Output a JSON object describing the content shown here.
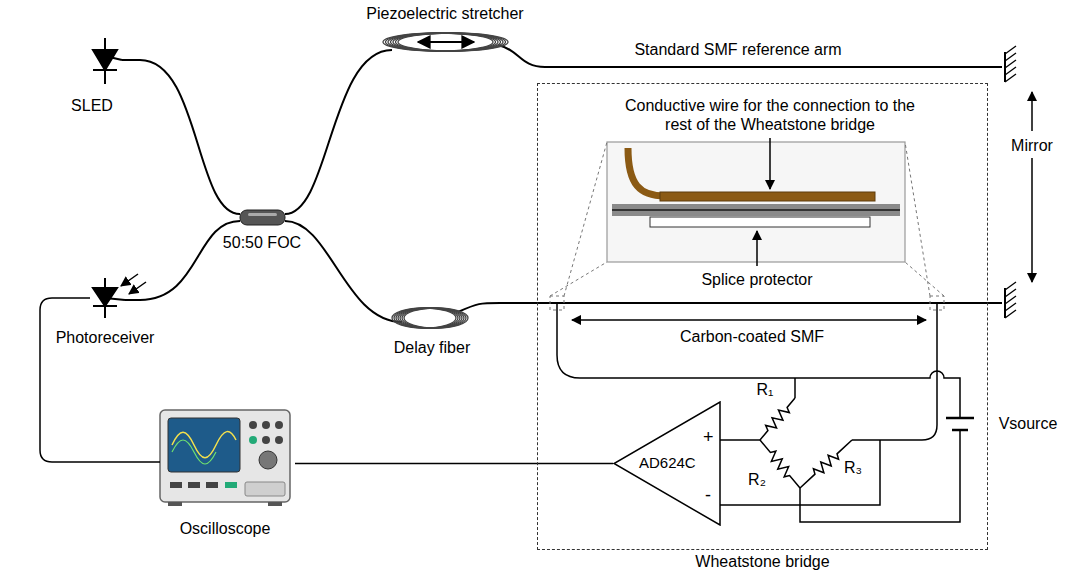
{
  "diagram": {
    "nodes": [
      {
        "text": [
          "Wheatstone bridge"
        ]
      },
      {
        "text": [
          "AD624C",
          "+",
          "-"
        ],
        "in": 0
      },
      {
        "text": [
          "Oscilloscope"
        ]
      }
    ],
    "edges": [
      {
        "from": 2,
        "to": 1,
        "arrow": "none"
      }
    ],
    "labels": [
      "Piezoelectric stretcher",
      "Standard SMF reference arm",
      "SLED",
      "Conductive wire for the connection to the rest of the Wheatstone bridge",
      "Mirror",
      "Splice protector",
      "50:50 FOC",
      "Carbon-coated SMF",
      "Photoreceiver",
      "Delay fiber",
      "R₁",
      "R₂",
      "R₃",
      "Vsource"
    ]
  }
}
